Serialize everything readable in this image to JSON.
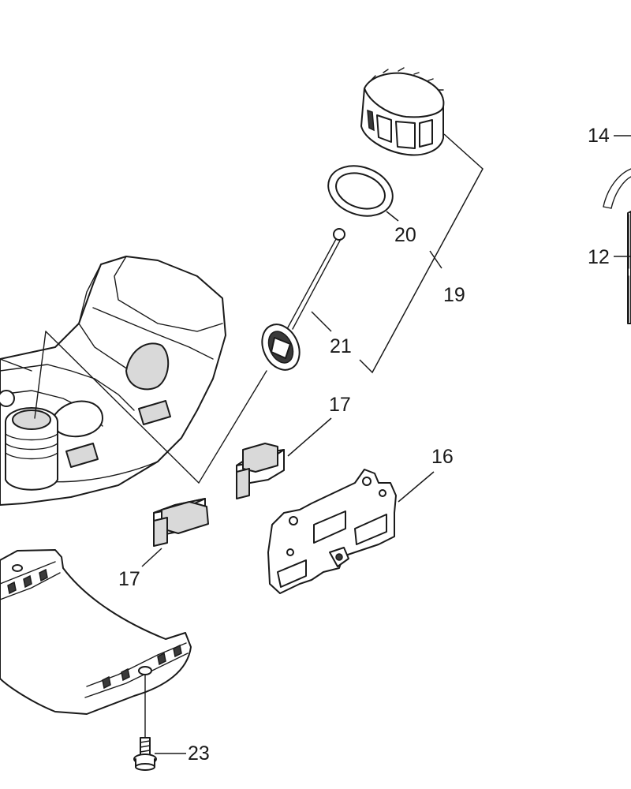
{
  "diagram": {
    "callouts": [
      {
        "id": "14",
        "label": "14"
      },
      {
        "id": "12",
        "label": "12"
      },
      {
        "id": "20",
        "label": "20"
      },
      {
        "id": "19",
        "label": "19"
      },
      {
        "id": "21",
        "label": "21"
      },
      {
        "id": "17a",
        "label": "17"
      },
      {
        "id": "17b",
        "label": "17"
      },
      {
        "id": "16",
        "label": "16"
      },
      {
        "id": "23",
        "label": "23"
      }
    ]
  }
}
